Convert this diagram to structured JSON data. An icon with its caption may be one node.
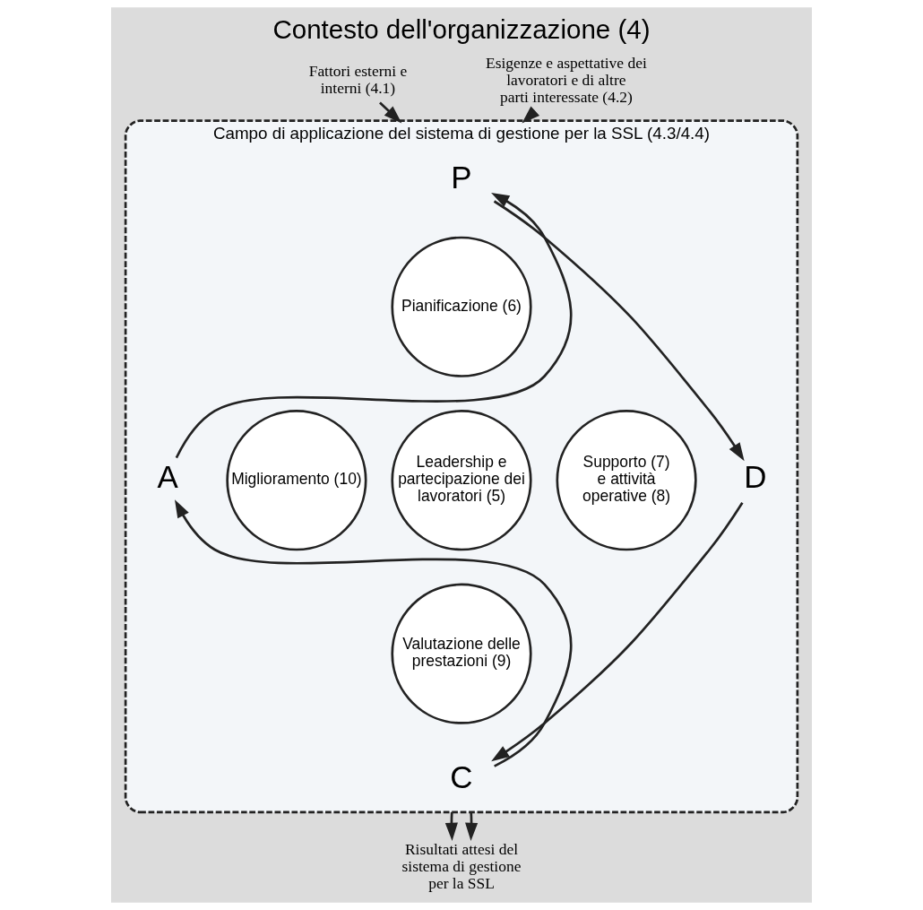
{
  "diagram": {
    "title": "Contesto dell'organizzazione (4)",
    "nodes": [
      {
        "text": [
          "Fattori esterni e interni (4.1)"
        ]
      },
      {
        "text": [
          "Esigenze e aspettative dei lavoratori e di altre parti interessate (4.2)"
        ]
      },
      {
        "text": [
          "Campo di applicazione del sistema di gestione per la SSL (4.3/4.4)"
        ]
      },
      {
        "text": [
          "P"
        ],
        "in": 2
      },
      {
        "text": [
          "A"
        ],
        "in": 2
      },
      {
        "text": [
          "Pianificazione (6)"
        ],
        "in": 2
      },
      {
        "text": [
          "Miglioramento (10)"
        ],
        "in": 2
      },
      {
        "text": [
          "Leadership e partecipazione dei lavoratori (5)"
        ],
        "in": 2
      },
      {
        "text": [
          "Supporto (7) e attività operative (8)"
        ],
        "in": 2
      },
      {
        "text": [
          "D"
        ],
        "in": 2
      },
      {
        "text": [
          "Valutazione delle prestazioni (9)"
        ],
        "in": 2
      },
      {
        "text": [
          "C"
        ],
        "in": 2
      },
      {
        "text": [
          "Risultati attesi del sistema di gestione per la SSL"
        ]
      }
    ],
    "edges": [
      {
        "from": 0,
        "to": 2,
        "arrow": "to"
      },
      {
        "from": 1,
        "to": 2,
        "arrow": "to"
      },
      {
        "from": 3,
        "to": 9,
        "arrow": "to"
      },
      {
        "from": 9,
        "to": 11,
        "arrow": "to"
      },
      {
        "from": 11,
        "to": 4,
        "arrow": "to"
      },
      {
        "from": 4,
        "to": 3,
        "arrow": "to"
      },
      {
        "from": 2,
        "to": 12,
        "arrow": "to"
      },
      {
        "from": 2,
        "to": 12,
        "arrow": "to"
      }
    ]
  }
}
